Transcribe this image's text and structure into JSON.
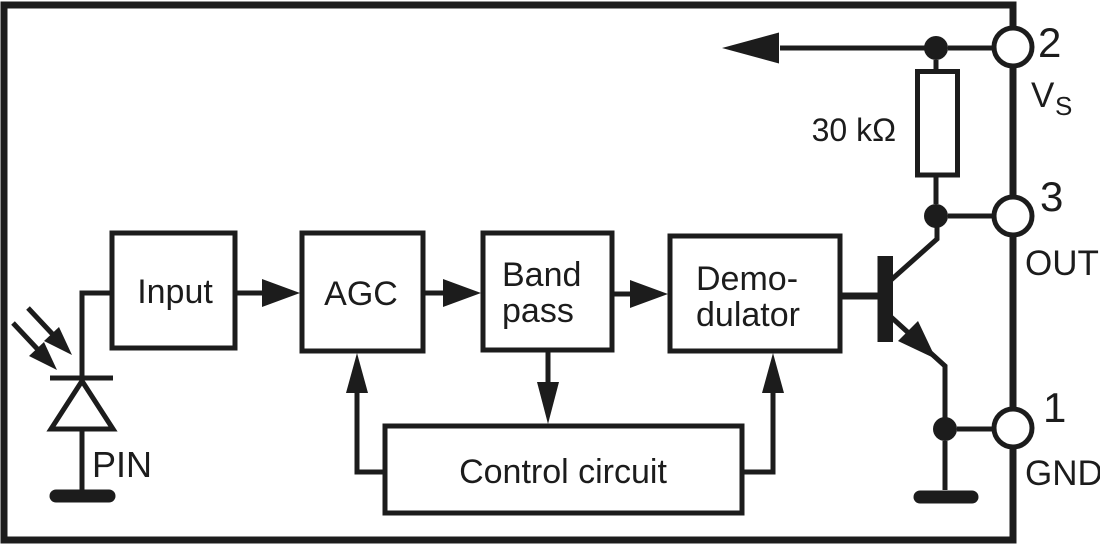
{
  "blocks": {
    "input": {
      "label": "Input"
    },
    "agc": {
      "label": "AGC"
    },
    "bandpass": {
      "line1": "Band",
      "line2": "pass"
    },
    "demodulator": {
      "line1": "Demo-",
      "line2": "dulator"
    },
    "control": {
      "label": "Control circuit"
    }
  },
  "components": {
    "resistor_value": "30 kΩ",
    "photodiode_label": "PIN"
  },
  "pins": {
    "vs": {
      "number": "2",
      "name": "V",
      "sub": "S"
    },
    "out": {
      "number": "3",
      "name": "OUT"
    },
    "gnd": {
      "number": "1",
      "name": "GND"
    }
  },
  "colors": {
    "line": "#1c1c1c",
    "background": "#ffffff"
  }
}
